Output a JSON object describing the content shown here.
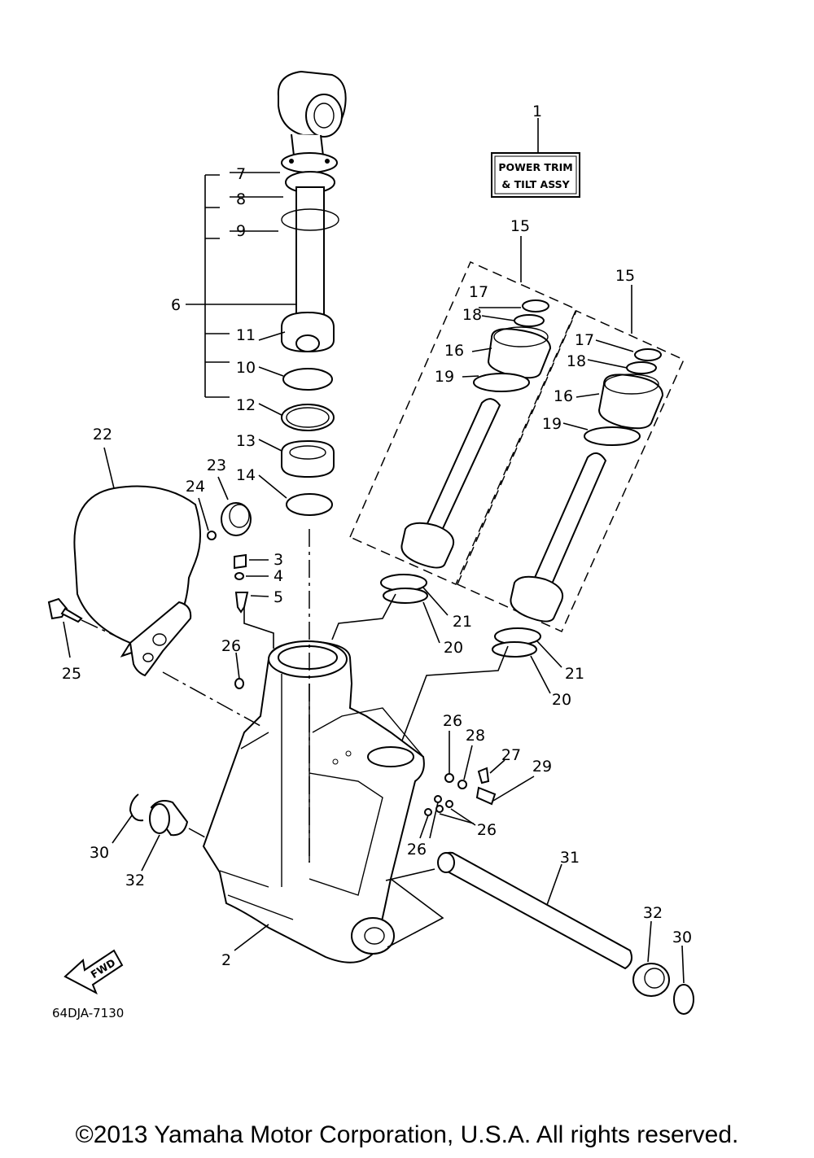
{
  "diagram": {
    "assembly_tag": [
      "POWER TRIM",
      "& TILT ASSY"
    ],
    "drawing_code": "64DJA-7130",
    "fwd_label": "FWD",
    "copyright": "©2013 Yamaha Motor Corporation, U.S.A. All rights reserved.",
    "labels": {
      "l1": "1",
      "l2": "2",
      "l3": "3",
      "l4": "4",
      "l5": "5",
      "l6": "6",
      "l7": "7",
      "l8": "8",
      "l9": "9",
      "l10": "10",
      "l11": "11",
      "l12": "12",
      "l13": "13",
      "l14": "14",
      "l15a": "15",
      "l15b": "15",
      "l16a": "16",
      "l16b": "16",
      "l17a": "17",
      "l17b": "17",
      "l18a": "18",
      "l18b": "18",
      "l19a": "19",
      "l19b": "19",
      "l20a": "20",
      "l20b": "20",
      "l21a": "21",
      "l21b": "21",
      "l22": "22",
      "l23": "23",
      "l24": "24",
      "l25": "25",
      "l26a": "26",
      "l26b": "26",
      "l26c": "26",
      "l26d": "26",
      "l27": "27",
      "l28": "28",
      "l29": "29",
      "l30a": "30",
      "l30b": "30",
      "l31": "31",
      "l32a": "32",
      "l32b": "32"
    }
  }
}
